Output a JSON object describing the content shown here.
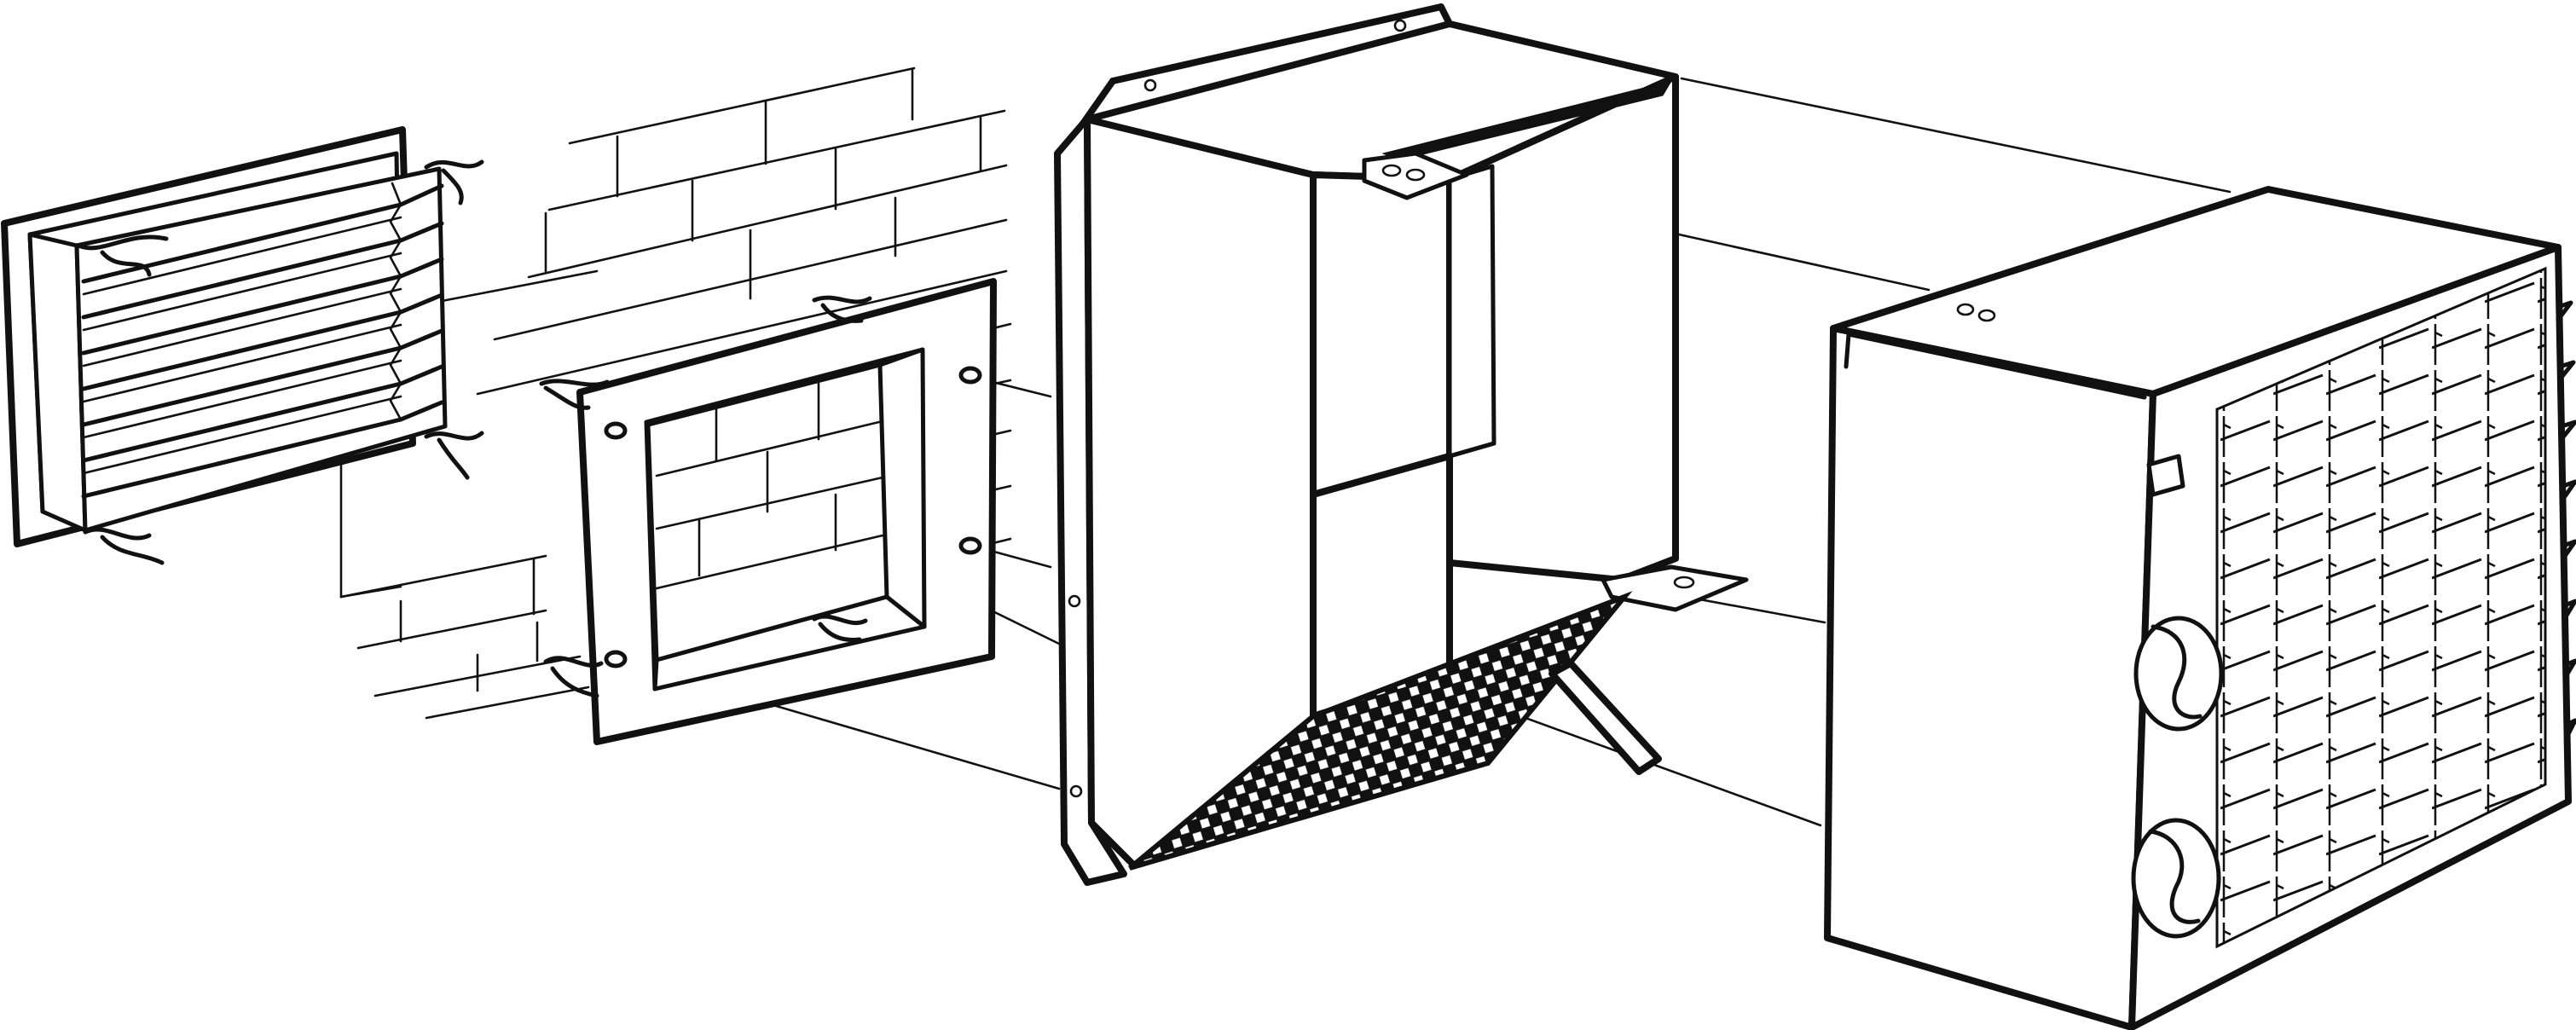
{
  "figure": {
    "kind": "exploded-assembly-line-drawing",
    "components": [
      "louvered-outdoor-grille",
      "brick-wall-section",
      "wall-mounting-frame",
      "wall-sleeve-housing-with-mesh-filter",
      "air-conditioner-chassis"
    ],
    "colors": {
      "ink": "#111111",
      "paper": "#ffffff"
    }
  }
}
